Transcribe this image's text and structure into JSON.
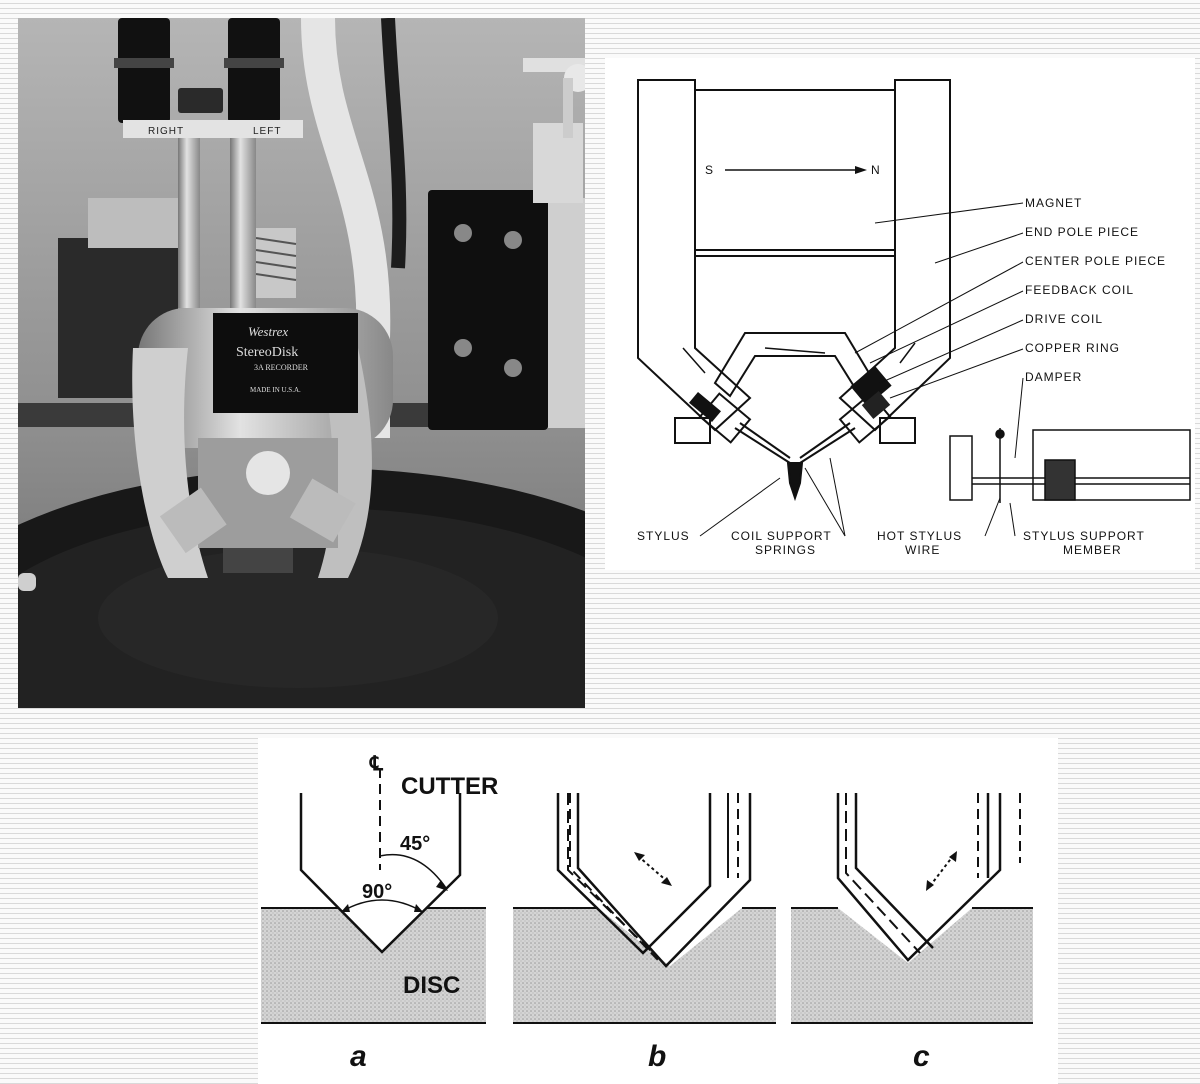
{
  "photo": {
    "top_plate_labels": [
      "RIGHT",
      "LEFT"
    ],
    "nameplate": {
      "brand": "Westrex",
      "model": "StereoDisk",
      "type": "3A RECORDER",
      "origin": "MADE IN U.S.A."
    }
  },
  "schematic": {
    "pole_labels": [
      "S",
      "N"
    ],
    "callouts": [
      "MAGNET",
      "END POLE PIECE",
      "CENTER POLE PIECE",
      "FEEDBACK COIL",
      "DRIVE COIL",
      "COPPER RING",
      "DAMPER"
    ],
    "bottom_labels": {
      "stylus": "STYLUS",
      "coil_support_1": "COIL SUPPORT",
      "coil_support_2": "SPRINGS",
      "hot_stylus_1": "HOT STYLUS",
      "hot_stylus_2": "WIRE",
      "stylus_support_1": "STYLUS SUPPORT",
      "stylus_support_2": "MEMBER"
    }
  },
  "grooves": {
    "centerline_symbol": "℄",
    "cutter_label": "CUTTER",
    "disc_label": "DISC",
    "angle_45": "45°",
    "angle_90": "90°",
    "panel_letters": [
      "a",
      "b",
      "c"
    ]
  },
  "colors": {
    "background": "#fafafa",
    "stripe": "#d9d9d9",
    "ink": "#111111",
    "disc_fill": "#d4d4d4"
  }
}
